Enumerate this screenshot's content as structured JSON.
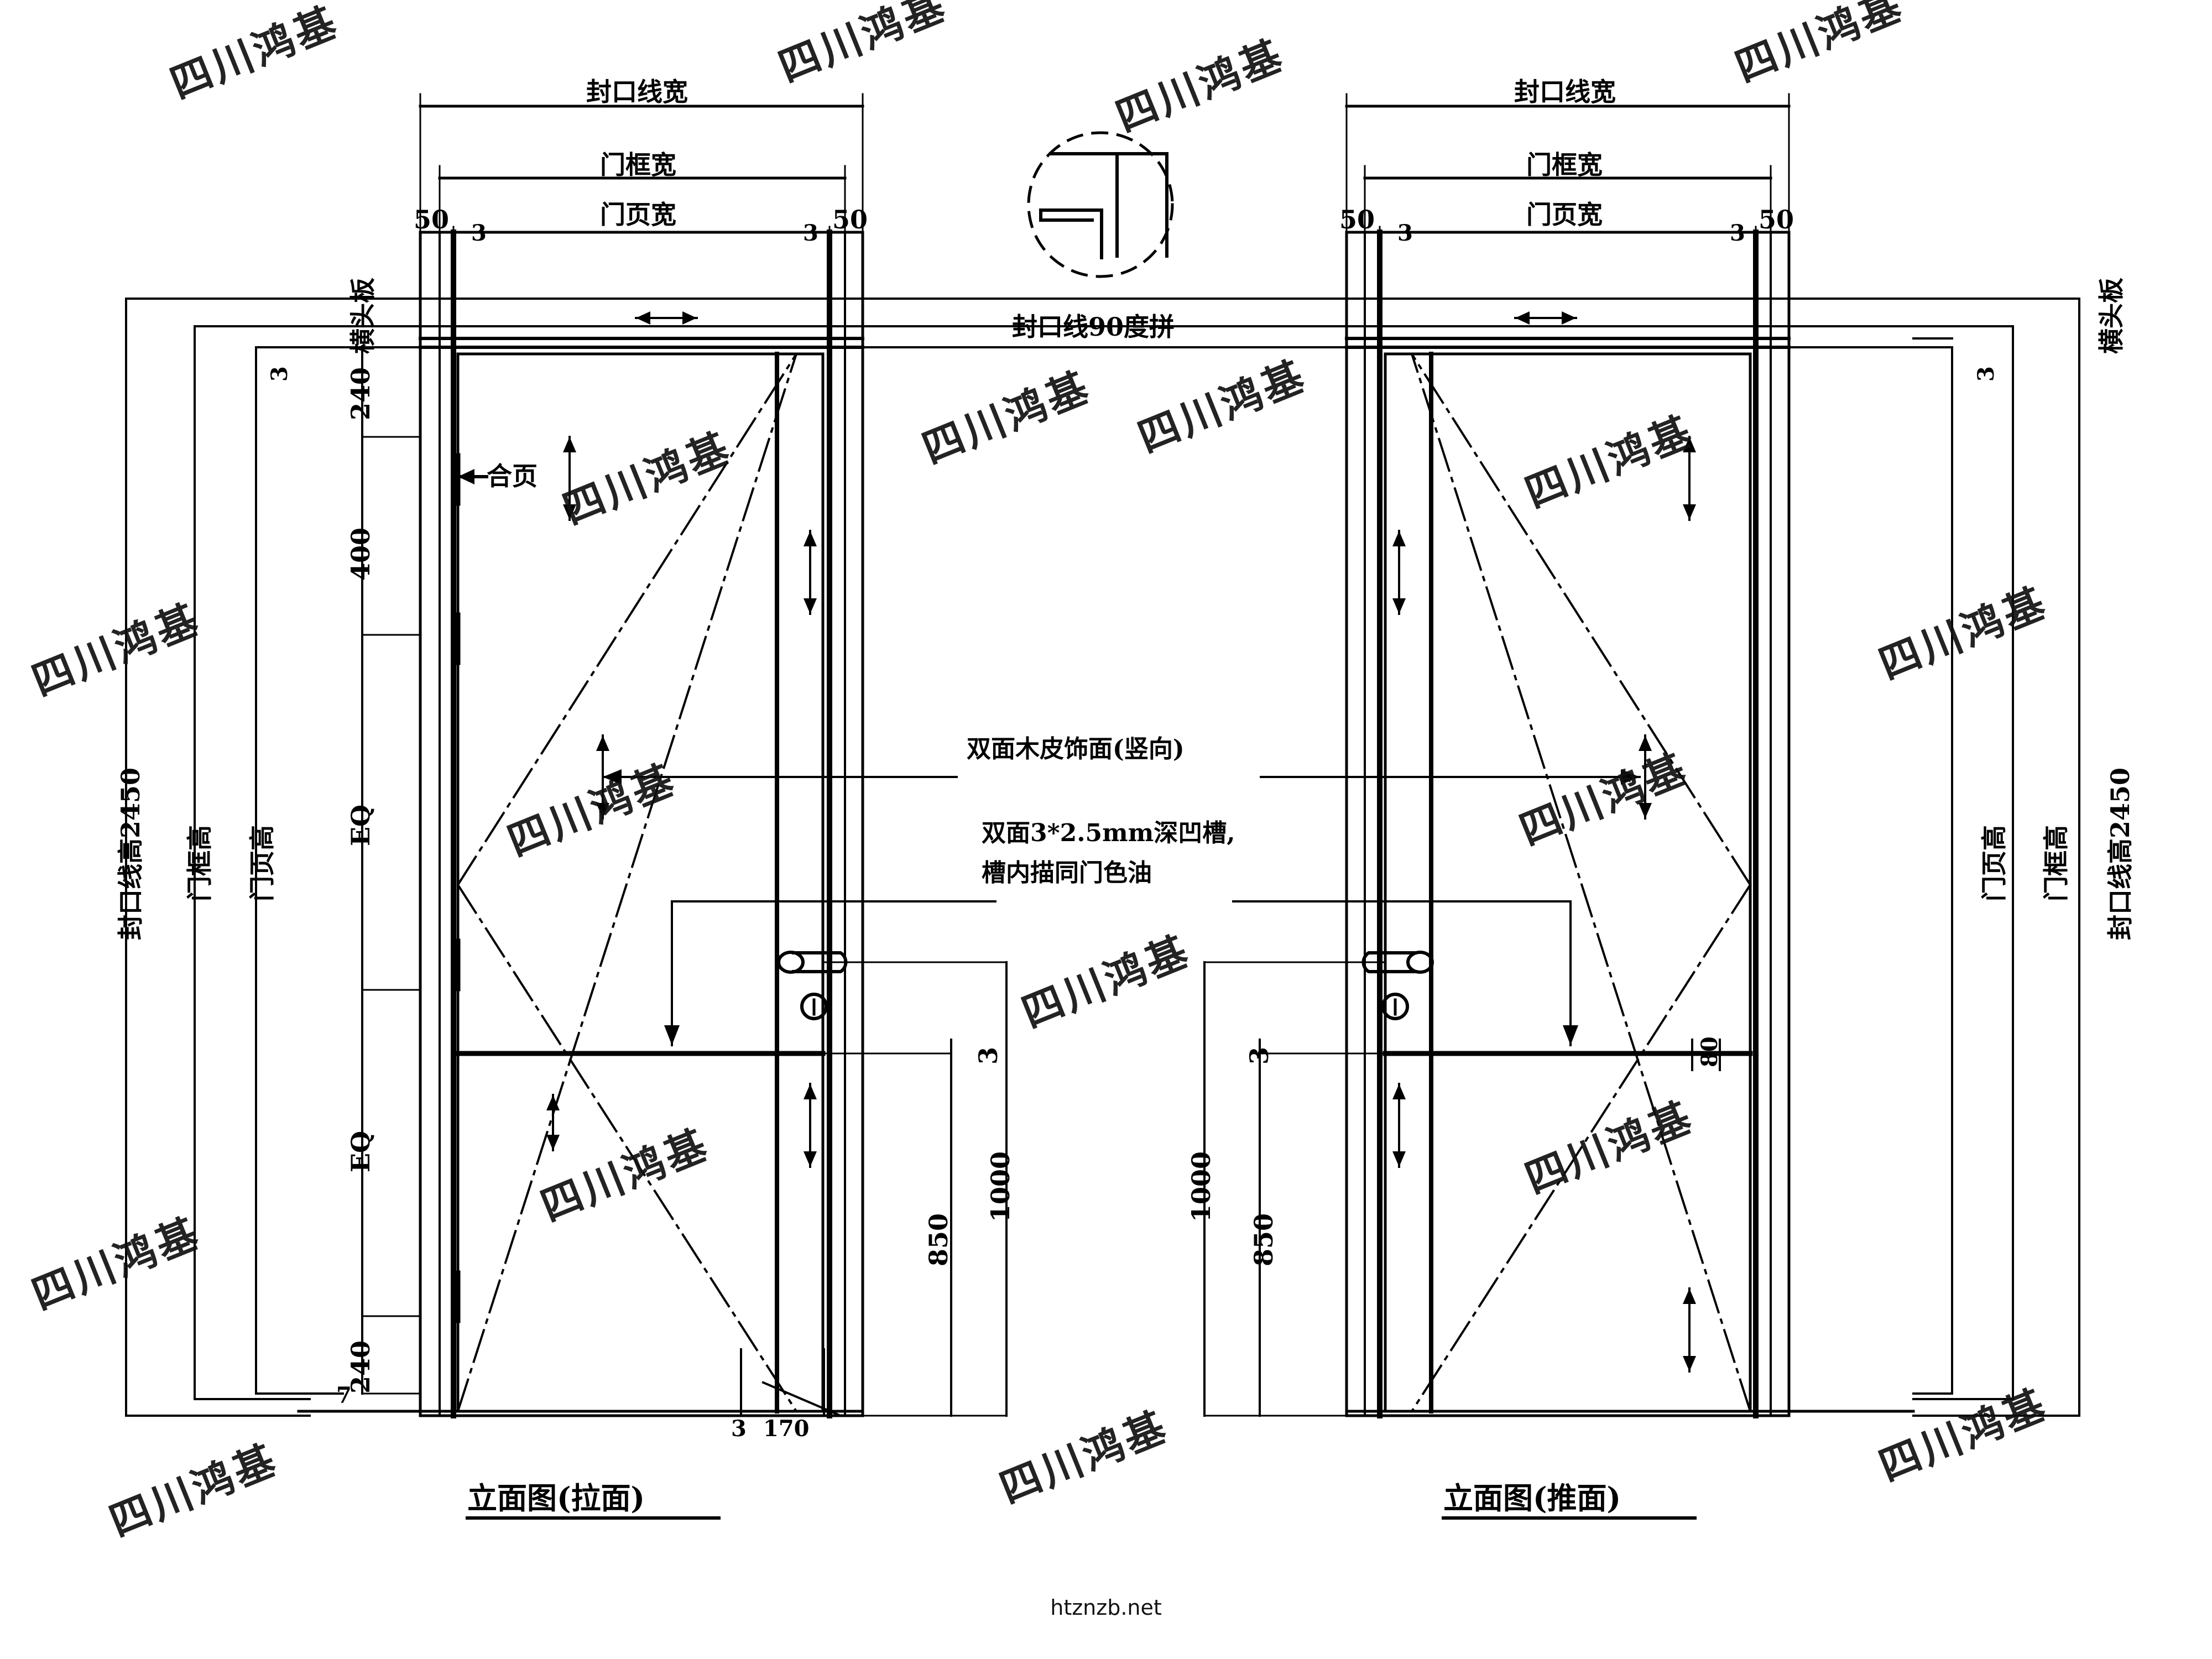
{
  "drawing": {
    "site_watermark_text": "htznzb.net",
    "corner_watermark": "四川鸿基",
    "detail_circle_label": "封口线90度拼",
    "views": [
      {
        "id": "left",
        "title": "立面图(拉面)",
        "side": "pull"
      },
      {
        "id": "right",
        "title": "立面图(推面)",
        "side": "push"
      }
    ],
    "top_dimensions": {
      "band_width_label": "封口线宽",
      "frame_width_label": "门框宽",
      "leaf_width_label": "门页宽",
      "left_jamb": "50",
      "right_jamb": "50",
      "left_gap": "3",
      "right_gap": "3"
    },
    "left_vertical_labels": {
      "band_height": "封口线高2450",
      "frame_height": "门框高",
      "leaf_height": "门页高",
      "head_board": "横头板",
      "head_thickness": "3"
    },
    "right_vertical_labels": {
      "band_height": "封口线高2450",
      "frame_height": "门框高",
      "leaf_height": "门页高",
      "head_board": "横头板",
      "head_thickness": "3"
    },
    "hinge_chain": {
      "label": "合页",
      "segments": [
        "240",
        "400",
        "EQ",
        "EQ",
        "240"
      ]
    },
    "annotations": {
      "veneer": "双面木皮饰面(竖向)",
      "groove_line1": "双面3*2.5mm深凹槽,",
      "groove_line2": "槽内描同门色油"
    },
    "handle_dimensions": {
      "left": {
        "groove": "3",
        "handle_height": "850",
        "lock_height": "1000"
      },
      "right": {
        "groove": "3",
        "handle_height": "850",
        "lock_height": "1000",
        "rail": "80"
      }
    },
    "bottom_dimensions": {
      "gap": "3",
      "threshold": "170",
      "floor_mark": "7"
    }
  }
}
